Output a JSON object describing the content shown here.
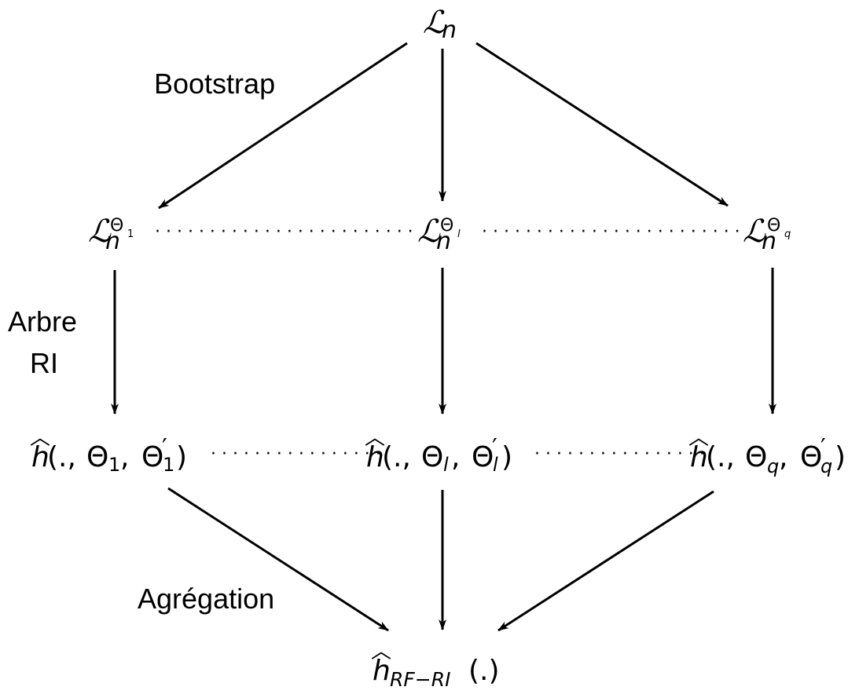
{
  "labels": {
    "bootstrap": "Bootstrap",
    "arbre_line1": "Arbre",
    "arbre_line2": "RI",
    "agregation": "Agrégation"
  },
  "symbols": {
    "script_L": "ℒ",
    "n": "n",
    "h": "h",
    "hat": "︿",
    "theta": "Θ",
    "prime": "′",
    "sub_1": "1",
    "sub_l": "l",
    "sub_q": "q",
    "open_args": "(., ",
    "comma": ", ",
    "close_paren": ")",
    "final_sub": "RF−RI",
    "final_args": "(.)"
  },
  "dots": {
    "level2": "· · · · · · · · · · · · · · · · · · · · · · · ·",
    "level3": "· · · · · · · · · · · · · · · ·"
  }
}
